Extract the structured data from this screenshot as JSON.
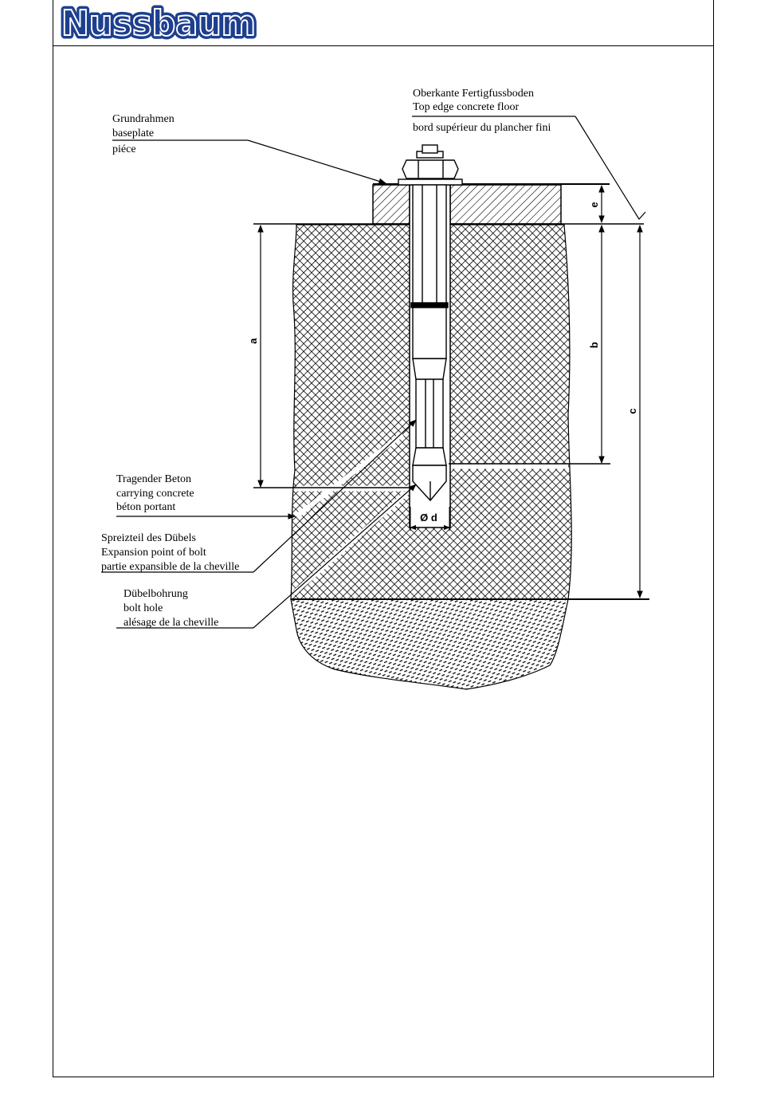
{
  "brand": {
    "logo_text": "Nussbaum",
    "color": "#1d3f8f"
  },
  "labels": {
    "floor": [
      "Oberkante Fertigfussboden",
      "Top edge concrete floor",
      "bord supérieur du plancher fini"
    ],
    "baseplate": [
      "Grundrahmen",
      "baseplate",
      "piéce"
    ],
    "concrete": [
      "Tragender Beton",
      "carrying concrete",
      "béton portant"
    ],
    "expansion": [
      "Spreizteil des Dübels",
      "Expansion point of bolt",
      "partie expansible de la cheville"
    ],
    "hole": [
      "Dübelbohrung",
      "bolt hole",
      "alésage de la cheville"
    ]
  },
  "dimensions": {
    "a": "a",
    "b": "b",
    "c": "c",
    "e": "e",
    "d": "Ø d"
  }
}
